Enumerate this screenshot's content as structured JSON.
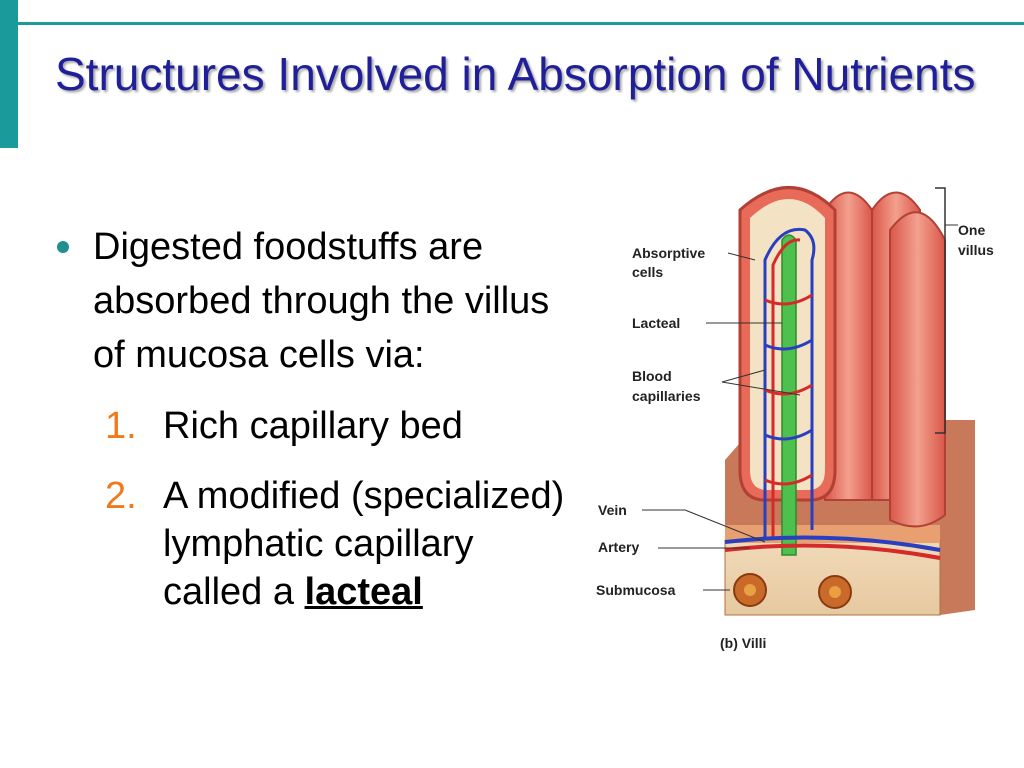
{
  "slide": {
    "title": "Structures Involved in Absorption of Nutrients",
    "bullet": "Digested foodstuffs are absorbed through the villus of mucosa cells via:",
    "items": [
      {
        "number": "1.",
        "text": "Rich capillary bed"
      },
      {
        "number": "2.",
        "text": "A modified (specialized) lymphatic capillary called a ",
        "emphasis": "lacteal"
      }
    ]
  },
  "figure": {
    "labels": {
      "absorptive_1": "Absorptive",
      "absorptive_2": "cells",
      "lacteal": "Lacteal",
      "blood_1": "Blood",
      "blood_2": "capillaries",
      "vein": "Vein",
      "artery": "Artery",
      "submucosa": "Submucosa",
      "one": "One",
      "villus": "villus",
      "caption": "(b) Villi"
    }
  },
  "colors": {
    "accent": "#1a9a9a",
    "title": "#1f1f9a",
    "number": "#f07a1a",
    "vein": "#2a3fbf",
    "artery": "#d42a2a",
    "lacteal": "#4ec04e"
  }
}
